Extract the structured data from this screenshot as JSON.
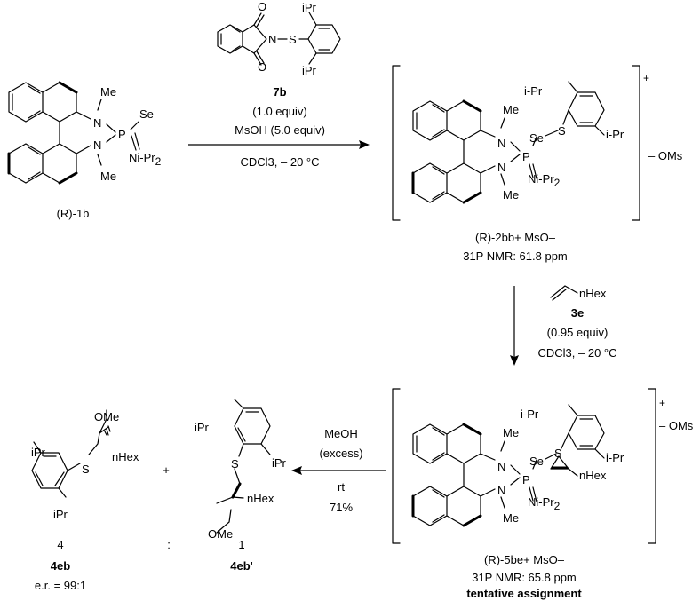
{
  "reactant": {
    "label": "(R)-1b"
  },
  "reagent_7b": {
    "label": "7b",
    "amount": "(1.0 equiv)",
    "acid": "MsOH (5.0 equiv)",
    "conditions": "CDCl3, – 20 °C"
  },
  "intermediate_2bb": {
    "label": "(R)-2bb+ MsO–",
    "nmr": "31P NMR: 61.8 ppm",
    "counterion": "OMs",
    "charge": "+"
  },
  "reagent_3e": {
    "substituent": "nHex",
    "label": "3e",
    "amount": "(0.95 equiv)",
    "conditions": "CDCl3, – 20 °C"
  },
  "intermediate_5be": {
    "label": "(R)-5be+ MsO–",
    "nmr": "31P NMR: 65.8 ppm",
    "note": "tentative assignment",
    "counterion": "OMs",
    "charge": "+"
  },
  "step3": {
    "reagent": "MeOH",
    "reagent_note": "(excess)",
    "temp": "rt",
    "yield": "71%"
  },
  "products": {
    "plus": "+",
    "separator": ":",
    "eb": {
      "ratio": "4",
      "label": "4eb",
      "er": "e.r. = 99:1"
    },
    "ebp": {
      "ratio": "1",
      "label": "4eb'"
    }
  },
  "atoms": {
    "N": "N",
    "P": "P",
    "Se": "Se",
    "S": "S",
    "O": "O",
    "Me": "Me",
    "OMe": "OMe",
    "NiPr2": "Ni-Pr",
    "iPr": "iPr",
    "i_Pr": "i-Pr",
    "nHex": "nHex"
  }
}
